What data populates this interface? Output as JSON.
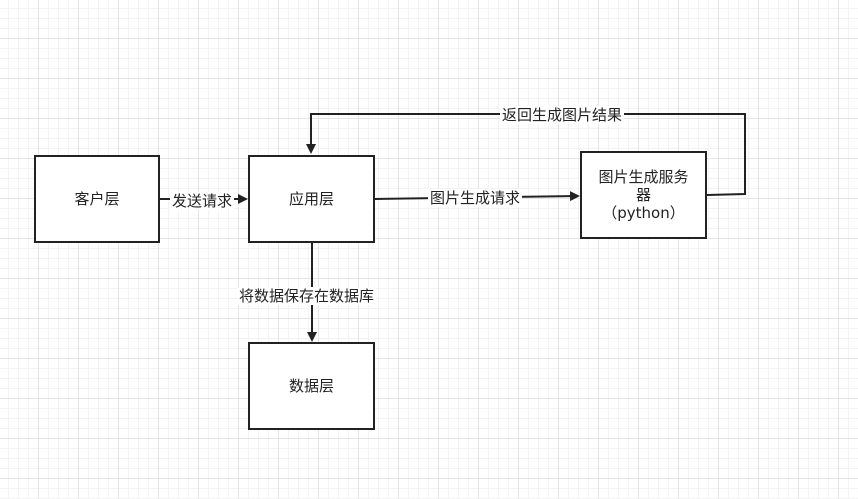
{
  "nodes": {
    "client": "客户层",
    "app": "应用层",
    "data": "数据层",
    "server_line1": "图片生成服务",
    "server_line2": "器",
    "server_line3": "（python）"
  },
  "edges": {
    "send_request": "发送请求",
    "image_request": "图片生成请求",
    "return_result": "返回生成图片结果",
    "save_db": "将数据保存在数据库"
  },
  "colors": {
    "stroke": "#222222",
    "grid": "#e6e6e6"
  }
}
